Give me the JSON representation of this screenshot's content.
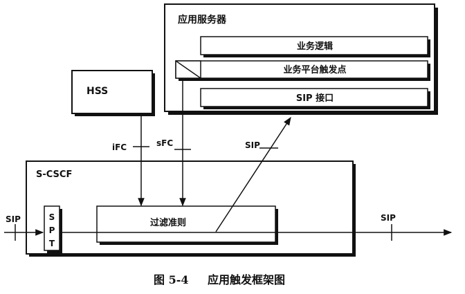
{
  "app_server": {
    "title": "应用服务器",
    "service_logic": "业务逻辑",
    "trigger_point": "业务平台触发点",
    "sip_interface": "SIP 接口"
  },
  "hss": {
    "label": "HSS"
  },
  "scscf": {
    "label": "S-CSCF",
    "spt_letters": [
      "S",
      "P",
      "T"
    ],
    "filter_rules": "过滤准则"
  },
  "links": {
    "ifc": "iFC",
    "sfc": "sFC",
    "sip_to_as": "SIP",
    "sip_in": "SIP",
    "sip_out": "SIP"
  },
  "caption": {
    "figure_no": "图 5-4",
    "title": "应用触发框架图"
  }
}
